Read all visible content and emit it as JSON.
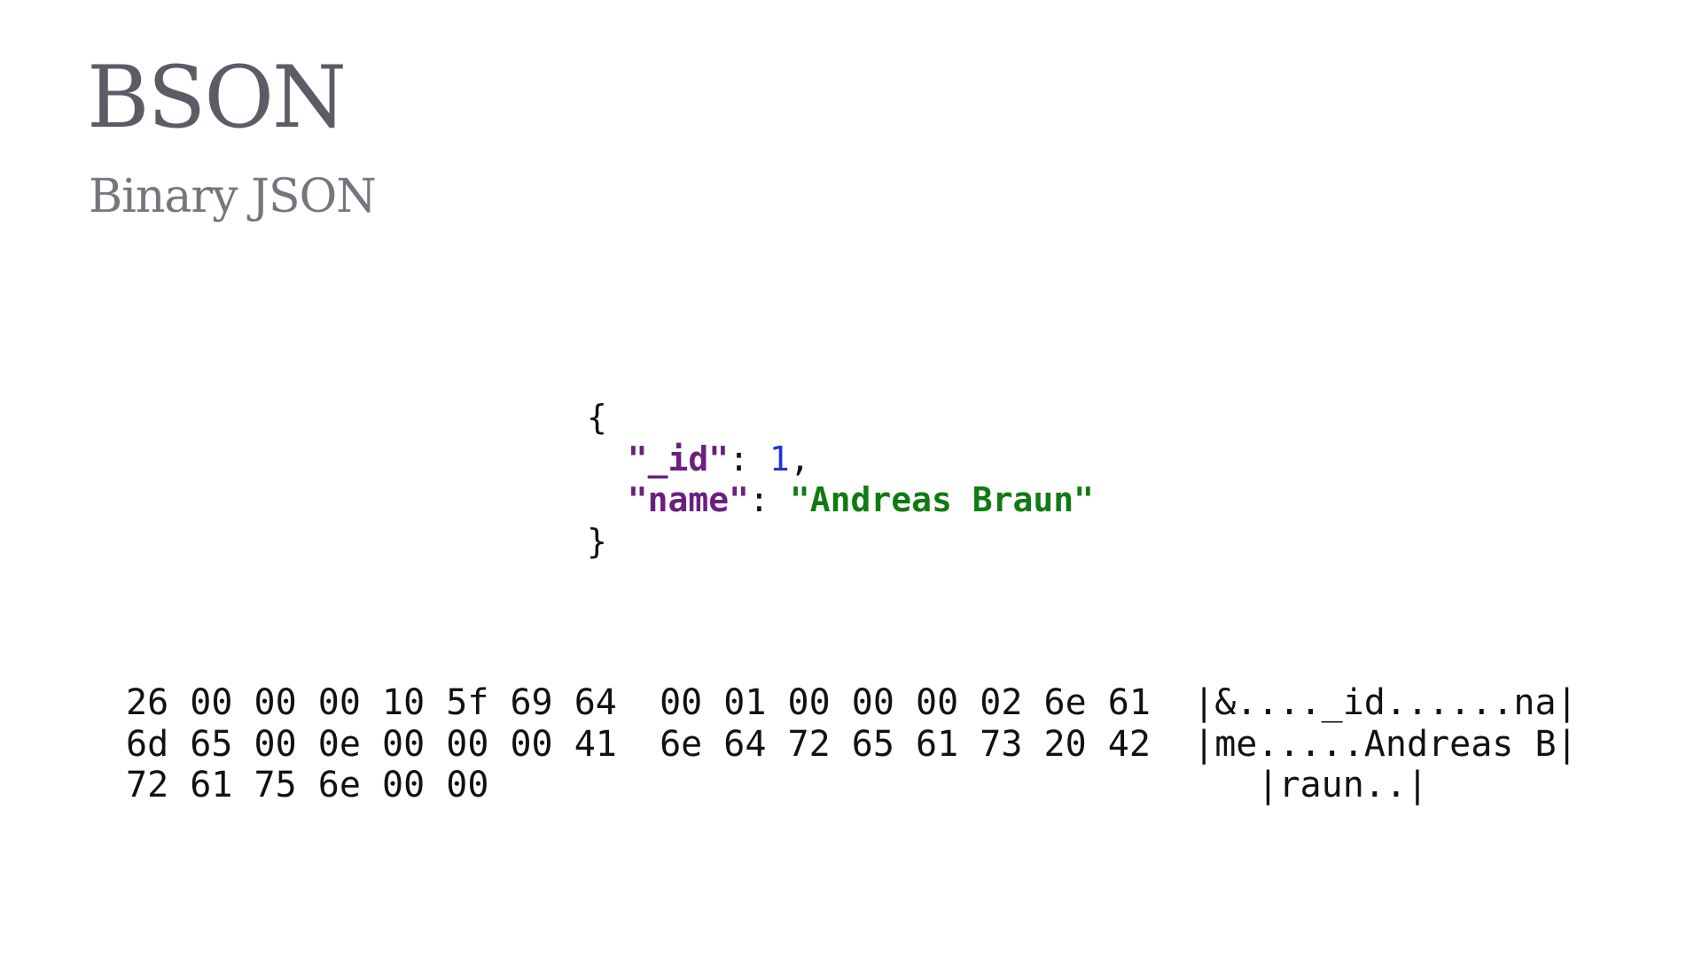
{
  "slide": {
    "title": "BSON",
    "subtitle": "Binary JSON"
  },
  "json_example": {
    "open_brace": "{",
    "close_brace": "}",
    "indent": "  ",
    "fields": [
      {
        "key": "\"_id\"",
        "separator": ": ",
        "value": "1",
        "trailing": ","
      },
      {
        "key": "\"name\"",
        "separator": ": ",
        "value": "\"Andreas Braun\"",
        "trailing": ""
      }
    ],
    "colors": {
      "key": "#6b1f7f",
      "number": "#1f33d6",
      "string": "#117a13",
      "punctuation": "#111111"
    }
  },
  "hexdump": {
    "rows": [
      {
        "hex_left": "26 00 00 00 10 5f 69 64",
        "hex_right": "00 01 00 00 00 02 6e 61",
        "ascii": "|&...._id......na|"
      },
      {
        "hex_left": "6d 65 00 0e 00 00 00 41",
        "hex_right": "6e 64 72 65 61 73 20 42",
        "ascii": "|me.....Andreas B|"
      },
      {
        "hex_left": "72 61 75 6e 00 00",
        "hex_right": "",
        "ascii": "|raun..|"
      }
    ]
  },
  "colors": {
    "title": "#5b5d66",
    "subtitle": "#74767d",
    "text": "#111111",
    "background": "#ffffff"
  }
}
